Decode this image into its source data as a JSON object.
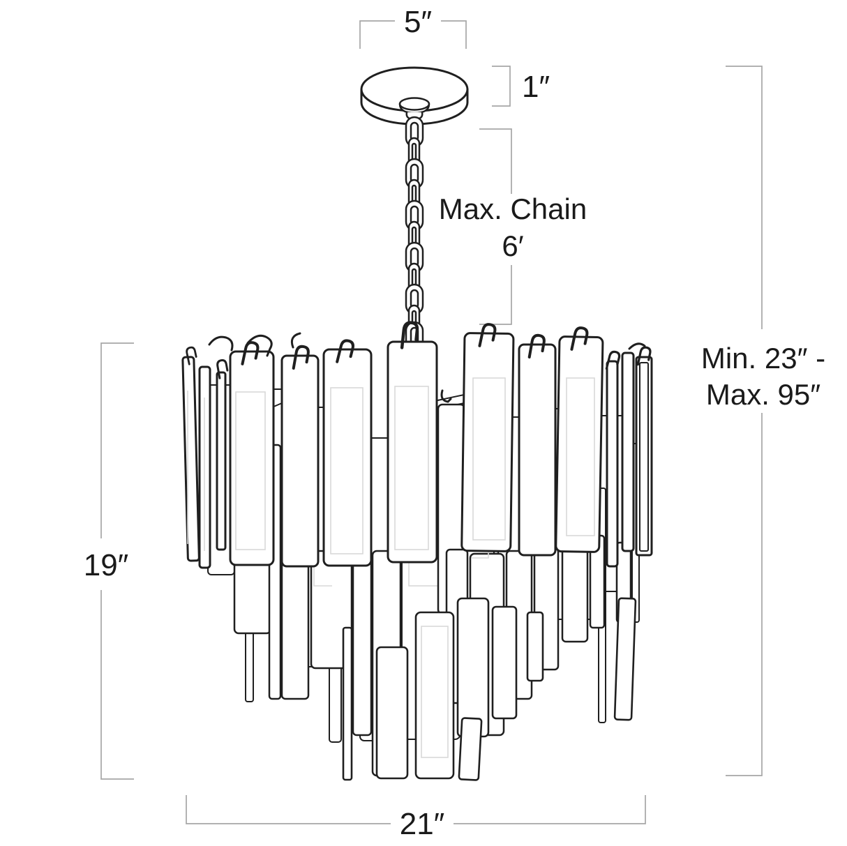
{
  "colors": {
    "background": "#ffffff",
    "ink": "#1f1f1f",
    "dimension_line": "#a6a6a6",
    "label_text": "#1a1a1a",
    "inner_detail": "#d9d9d9"
  },
  "labels": {
    "canopy_width": "5″",
    "canopy_height": "1″",
    "chain_line1": "Max. Chain",
    "chain_line2": "6′",
    "hang_height_line1": "Min. 23″ -",
    "hang_height_line2": "Max. 95″",
    "fixture_height": "19″",
    "fixture_width": "21″"
  }
}
